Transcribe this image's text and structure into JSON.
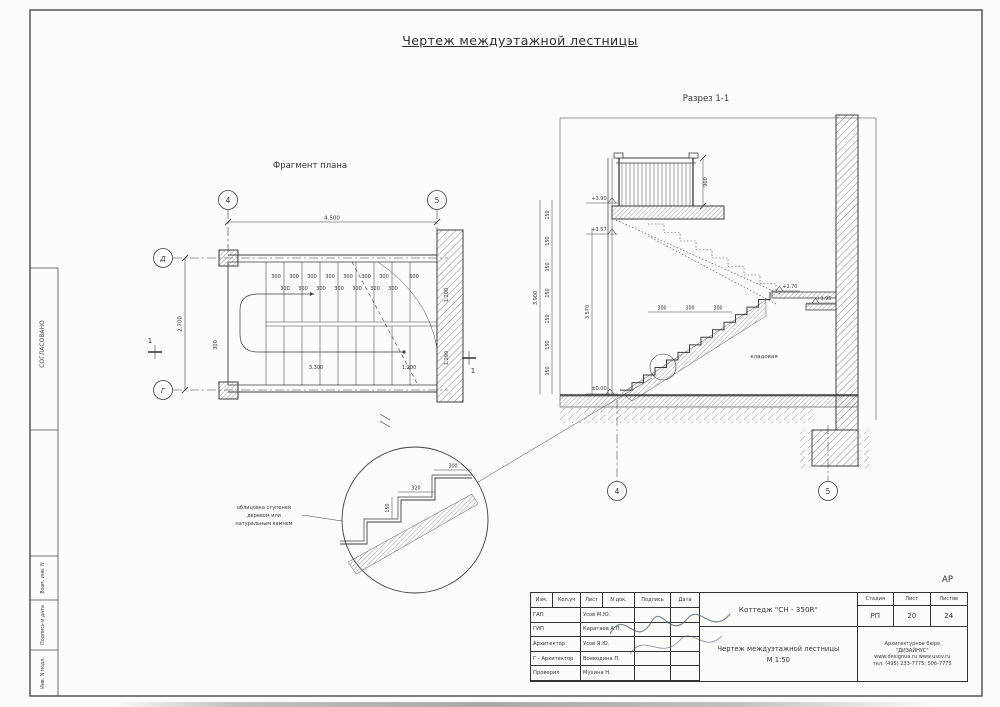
{
  "page": {
    "title": "Чертеж междуэтажной лестницы",
    "code": "АР"
  },
  "side_strip": {
    "agreed": "СОГЛАСОВАНО",
    "box1": "Взам. инв. N",
    "box2": "Подпись и дата",
    "box3": "Инв. N подл."
  },
  "plan": {
    "title": "Фрагмент плана",
    "axis_4": "4",
    "axis_5": "5",
    "axis_d": "Д",
    "axis_g": "Г",
    "section_mark": "1",
    "dims": {
      "overall_width": "4.500",
      "overall_depth": "2.700",
      "tread": "300",
      "landing": "600",
      "flight_length": "3.300",
      "flight_width": "1.200",
      "edge": "300"
    }
  },
  "section": {
    "title": "Разрез 1-1",
    "room": "кладовая",
    "axis_4": "4",
    "axis_5": "5",
    "levels": {
      "top": "+3.90",
      "landing": "+3.57",
      "mid_upper": "+2.70",
      "mid_lower": "+1.95",
      "zero": "±0.00"
    },
    "dims": {
      "rail_height": "900",
      "riser": "150",
      "total_height": "3.900",
      "stair_height": "3.570",
      "tread": "300"
    }
  },
  "detail": {
    "note_line1": "облицовка ступеней",
    "note_line2": "деревом или",
    "note_line3": "натуральным камнем",
    "dims": {
      "tread": "300",
      "tread_overhang": "320",
      "riser": "150"
    }
  },
  "titleblock": {
    "cols": [
      "Изм.",
      "Кол.уч",
      "Лист",
      "N док.",
      "Подпись",
      "Дата"
    ],
    "rows": [
      {
        "role": "ГАП",
        "name": "Усов М.Ю."
      },
      {
        "role": "ГИП",
        "name": "Каратаев А.П."
      },
      {
        "role": "Архитектор",
        "name": "Усов Я.Ю."
      },
      {
        "role": "Г - Архитектор",
        "name": "Воеводина П."
      },
      {
        "role": "Проверил",
        "name": "Мухина Н."
      }
    ],
    "project": "Коттедж \"СН - 350R\"",
    "drawing": "Чертеж междуэтажной лестницы",
    "scale": "М 1:50",
    "stage_label": "Стадия",
    "sheet_label": "Лист",
    "sheets_label": "Листов",
    "stage": "РП",
    "sheet": "20",
    "sheets": "24",
    "bureau_line1": "Архитектурное бюро",
    "bureau_line2": "\"ДИЗАЙНУС\"",
    "bureau_line3": "www.designua.ru  www.usov.ru",
    "bureau_line4": "тел. (495) 233-7775; 506-7775"
  }
}
